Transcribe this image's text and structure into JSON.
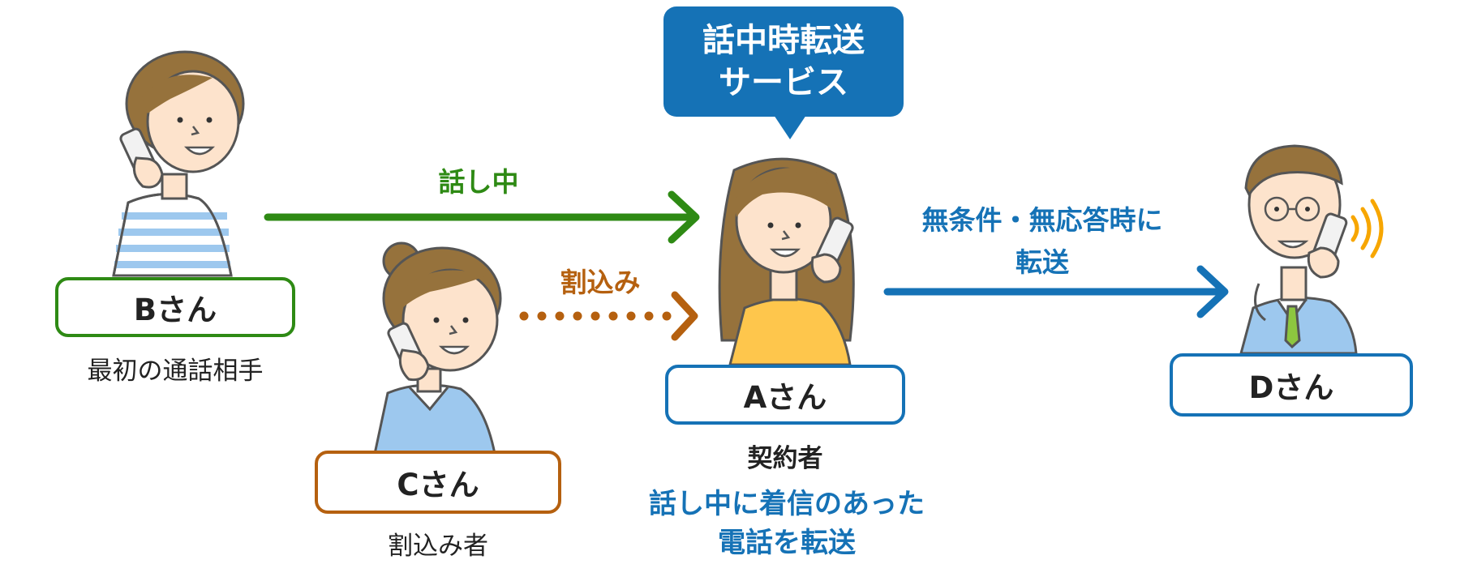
{
  "service_bubble": {
    "line1": "話中時転送",
    "line2": "サービス"
  },
  "persons": {
    "b": {
      "name": "Bさん",
      "caption": "最初の通話相手"
    },
    "c": {
      "name": "Cさん",
      "caption": "割込み者"
    },
    "a": {
      "name": "Aさん",
      "caption": "契約者",
      "note_line1": "話し中に着信のあった",
      "note_line2": "電話を転送"
    },
    "d": {
      "name": "Dさん"
    }
  },
  "arrows": {
    "busy": "話し中",
    "interrupt": "割込み",
    "forward_line1": "無条件・無応答時に",
    "forward_line2": "転送"
  },
  "colors": {
    "green": "#2e8a14",
    "orange": "#b5600f",
    "blue": "#1572b6",
    "skin": "#fde3cc",
    "hair": "#96723c",
    "outline": "#555555"
  }
}
